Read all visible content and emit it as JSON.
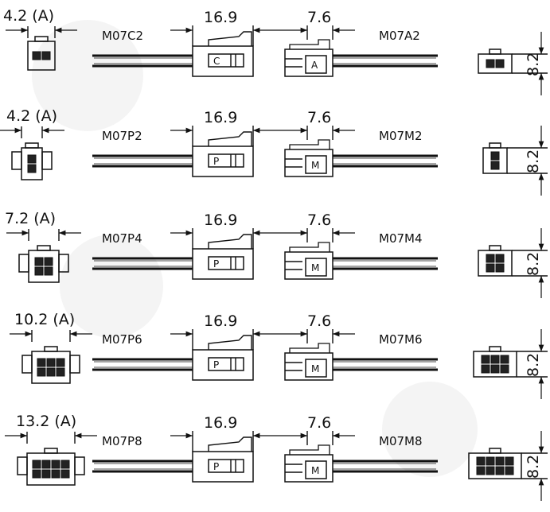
{
  "rows": [
    {
      "width_dim": "4.2 (A)",
      "length_dim": "16.9",
      "plug_model": "M07C2",
      "plug_letter": "C",
      "offset_dim": "7.6",
      "receptacle_model": "M07A2",
      "receptacle_letter": "A",
      "height_dim": "8.2",
      "cols": 2,
      "rws": 1
    },
    {
      "width_dim": "4.2 (A)",
      "length_dim": "16.9",
      "plug_model": "M07P2",
      "plug_letter": "P",
      "offset_dim": "7.6",
      "receptacle_model": "M07M2",
      "receptacle_letter": "M",
      "height_dim": "8.2",
      "cols": 1,
      "rws": 2
    },
    {
      "width_dim": "7.2 (A)",
      "length_dim": "16.9",
      "plug_model": "M07P4",
      "plug_letter": "P",
      "offset_dim": "7.6",
      "receptacle_model": "M07M4",
      "receptacle_letter": "M",
      "height_dim": "8.2",
      "cols": 2,
      "rws": 2
    },
    {
      "width_dim": "10.2 (A)",
      "length_dim": "16.9",
      "plug_model": "M07P6",
      "plug_letter": "P",
      "offset_dim": "7.6",
      "receptacle_model": "M07M6",
      "receptacle_letter": "M",
      "height_dim": "8.2",
      "cols": 3,
      "rws": 2
    },
    {
      "width_dim": "13.2 (A)",
      "length_dim": "16.9",
      "plug_model": "M07P8",
      "plug_letter": "P",
      "offset_dim": "7.6",
      "receptacle_model": "M07M8",
      "receptacle_letter": "M",
      "height_dim": "8.2",
      "cols": 4,
      "rws": 2
    }
  ]
}
